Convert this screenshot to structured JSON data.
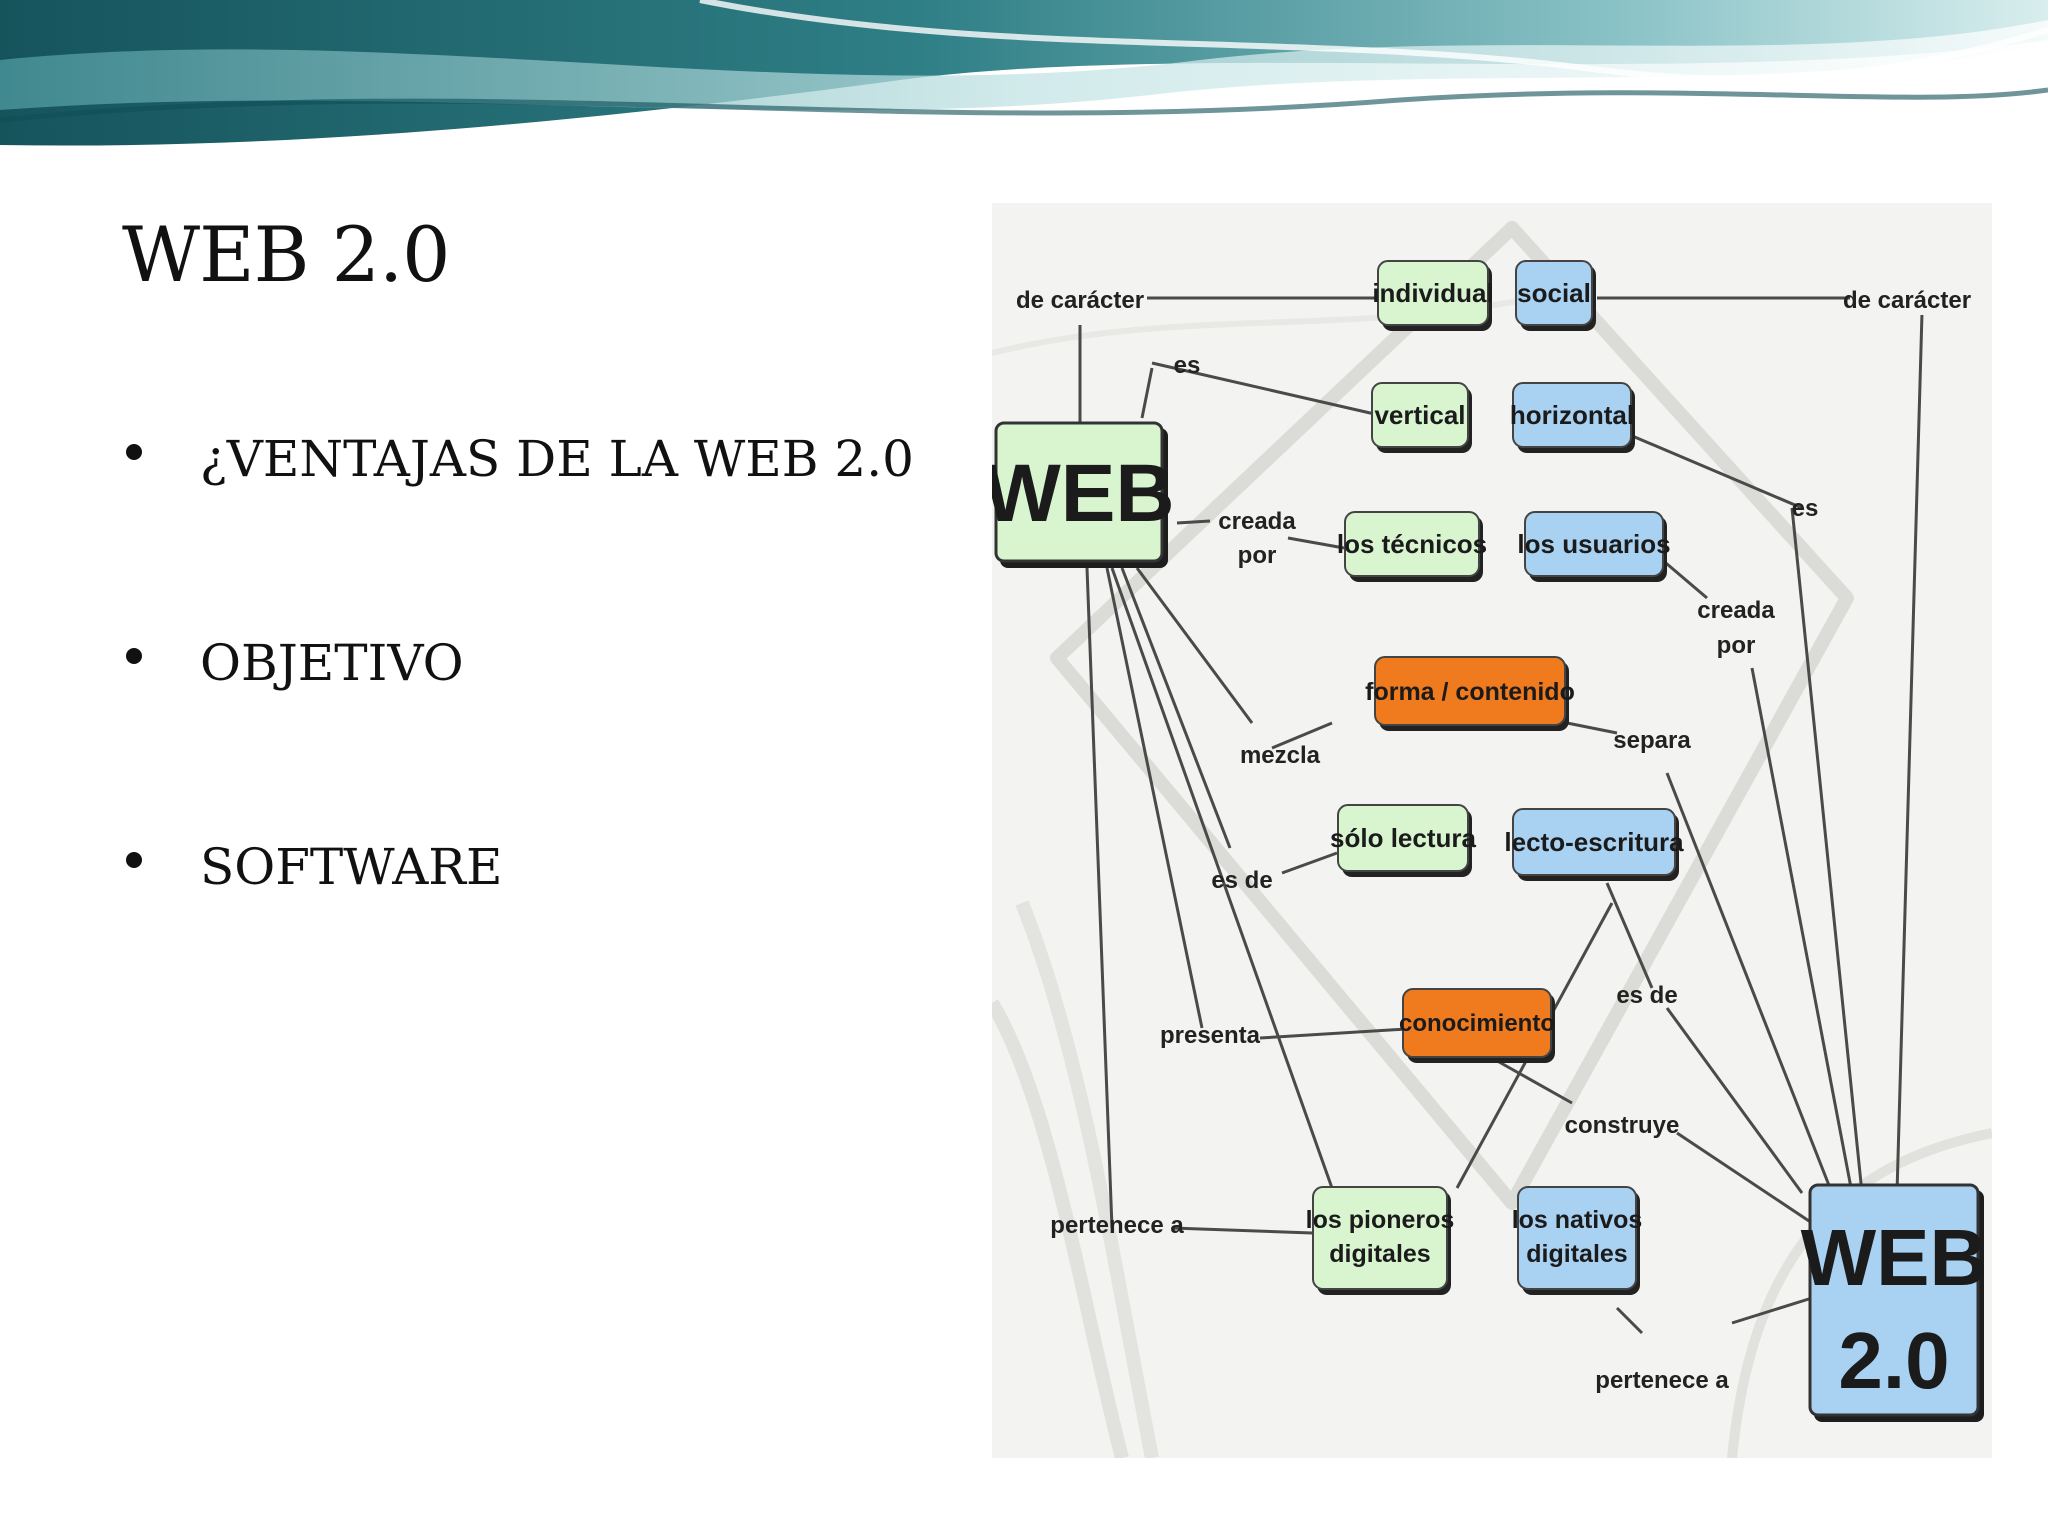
{
  "slide": {
    "title": "WEB 2.0",
    "bullets": [
      {
        "text": "¿VENTAJAS DE LA WEB 2.0"
      },
      {
        "text": "OBJETIVO"
      },
      {
        "text": "SOFTWARE"
      }
    ]
  },
  "concept_map": {
    "web_node": "WEB",
    "web20_node": [
      "WEB",
      "2.0"
    ],
    "boxes": {
      "individual": "individual",
      "social": "social",
      "vertical": "vertical",
      "horizontal": "horizontal",
      "los_tecnicos": "los técnicos",
      "los_usuarios": "los usuarios",
      "forma_contenido": "forma / contenido",
      "solo_lectura": "sólo lectura",
      "lecto_escritura": "lecto-escritura",
      "conocimiento": "conocimiento",
      "pioneros": [
        "los pioneros",
        "digitales"
      ],
      "nativos": [
        "los nativos",
        "digitales"
      ]
    },
    "labels": {
      "de_caracter_left": "de carácter",
      "de_caracter_right": "de carácter",
      "es_left": "es",
      "es_right": "es",
      "creada_por_left": [
        "creada",
        "por"
      ],
      "creada_por_right": [
        "creada",
        "por"
      ],
      "mezcla": "mezcla",
      "separa": "separa",
      "es_de_left": "es de",
      "es_de_right": "es de",
      "presenta": "presenta",
      "construye": "construye",
      "pertenece_a_left": "pertenece a",
      "pertenece_a_right": "pertenece a"
    },
    "colors": {
      "green_box": "#d8f5d0",
      "blue_box": "#a9d1f2",
      "orange_box": "#f07a1e",
      "banner_dark": "#1f6b72",
      "banner_light": "#a9d3d6"
    }
  }
}
